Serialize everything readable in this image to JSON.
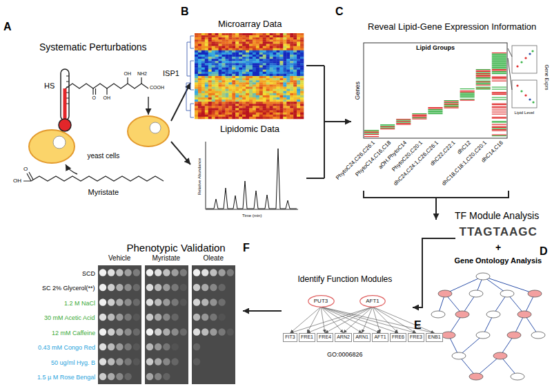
{
  "diagram": {
    "nodes": [
      {
        "text": [
          "PUT3"
        ]
      },
      {
        "text": [
          "AFT1"
        ]
      },
      {
        "text": [
          "FIT3"
        ]
      },
      {
        "text": [
          "FRE1"
        ]
      },
      {
        "text": [
          "FRE4"
        ]
      },
      {
        "text": [
          "ARN2"
        ]
      },
      {
        "text": [
          "ARN1"
        ]
      },
      {
        "text": [
          "AFT1"
        ]
      },
      {
        "text": [
          "FRE6"
        ]
      },
      {
        "text": [
          "FRE3"
        ]
      },
      {
        "text": [
          "ENB1"
        ]
      }
    ],
    "edges": [
      {
        "from": 0,
        "to": 2,
        "arrow": "to"
      },
      {
        "from": 0,
        "to": 3,
        "arrow": "to"
      },
      {
        "from": 0,
        "to": 4,
        "arrow": "to"
      },
      {
        "from": 0,
        "to": 5,
        "arrow": "to"
      },
      {
        "from": 0,
        "to": 6,
        "arrow": "to"
      },
      {
        "from": 0,
        "to": 7,
        "arrow": "to"
      },
      {
        "from": 0,
        "to": 8,
        "arrow": "to"
      },
      {
        "from": 0,
        "to": 9,
        "arrow": "to"
      },
      {
        "from": 0,
        "to": 10,
        "arrow": "to"
      },
      {
        "from": 1,
        "to": 2,
        "arrow": "to"
      },
      {
        "from": 1,
        "to": 3,
        "arrow": "to"
      },
      {
        "from": 1,
        "to": 4,
        "arrow": "to"
      },
      {
        "from": 1,
        "to": 5,
        "arrow": "to"
      },
      {
        "from": 1,
        "to": 6,
        "arrow": "to"
      },
      {
        "from": 1,
        "to": 7,
        "arrow": "to"
      },
      {
        "from": 1,
        "to": 8,
        "arrow": "to"
      },
      {
        "from": 1,
        "to": 9,
        "arrow": "to"
      },
      {
        "from": 1,
        "to": 10,
        "arrow": "to"
      }
    ],
    "labels": [
      "A",
      "Systematic Perturbations",
      "HS",
      "OH",
      "NH2",
      "COOH",
      "OH",
      "O",
      "ISP1",
      "yeast cells",
      "O",
      "OH",
      "Myristate",
      "B",
      "Microarray Data",
      "Lipidomic Data",
      "Relative Abundance",
      "Time (min)",
      "C",
      "Reveal Lipid-Gene Expression Information",
      "Lipid Groups",
      "Genes",
      "Gene Exprs",
      "Lipid Level",
      "PhytoC24,C26,C26:1",
      "PhytoC14,C16,C18",
      "aOH.PhytoC14",
      "PhytoC20,C20:1",
      "dhC24,C24:1,C26,C26:1",
      "dhC22,C22:1",
      "dhC12",
      "dhC18,C18:1,C20,C20:1",
      "dhC14,C16",
      "D",
      "TF Module Analysis",
      "TTAGTAAGC",
      "+",
      "Gene Ontology Analysis",
      "E",
      "Identify Function Modules",
      "GO:0006826",
      "F",
      "Phenotypic Validation",
      "Vehicle",
      "Myristate",
      "Oleate",
      "SCD",
      "SC 2% Glycerol(**)",
      "1.2 M NaCl",
      "30 mM Acetic Acid",
      "12 mM Caffeine",
      "0.43 mM Congo Red",
      "50 ug/ml Hyg. B",
      "1.5 µ M Rose Bengal"
    ]
  }
}
